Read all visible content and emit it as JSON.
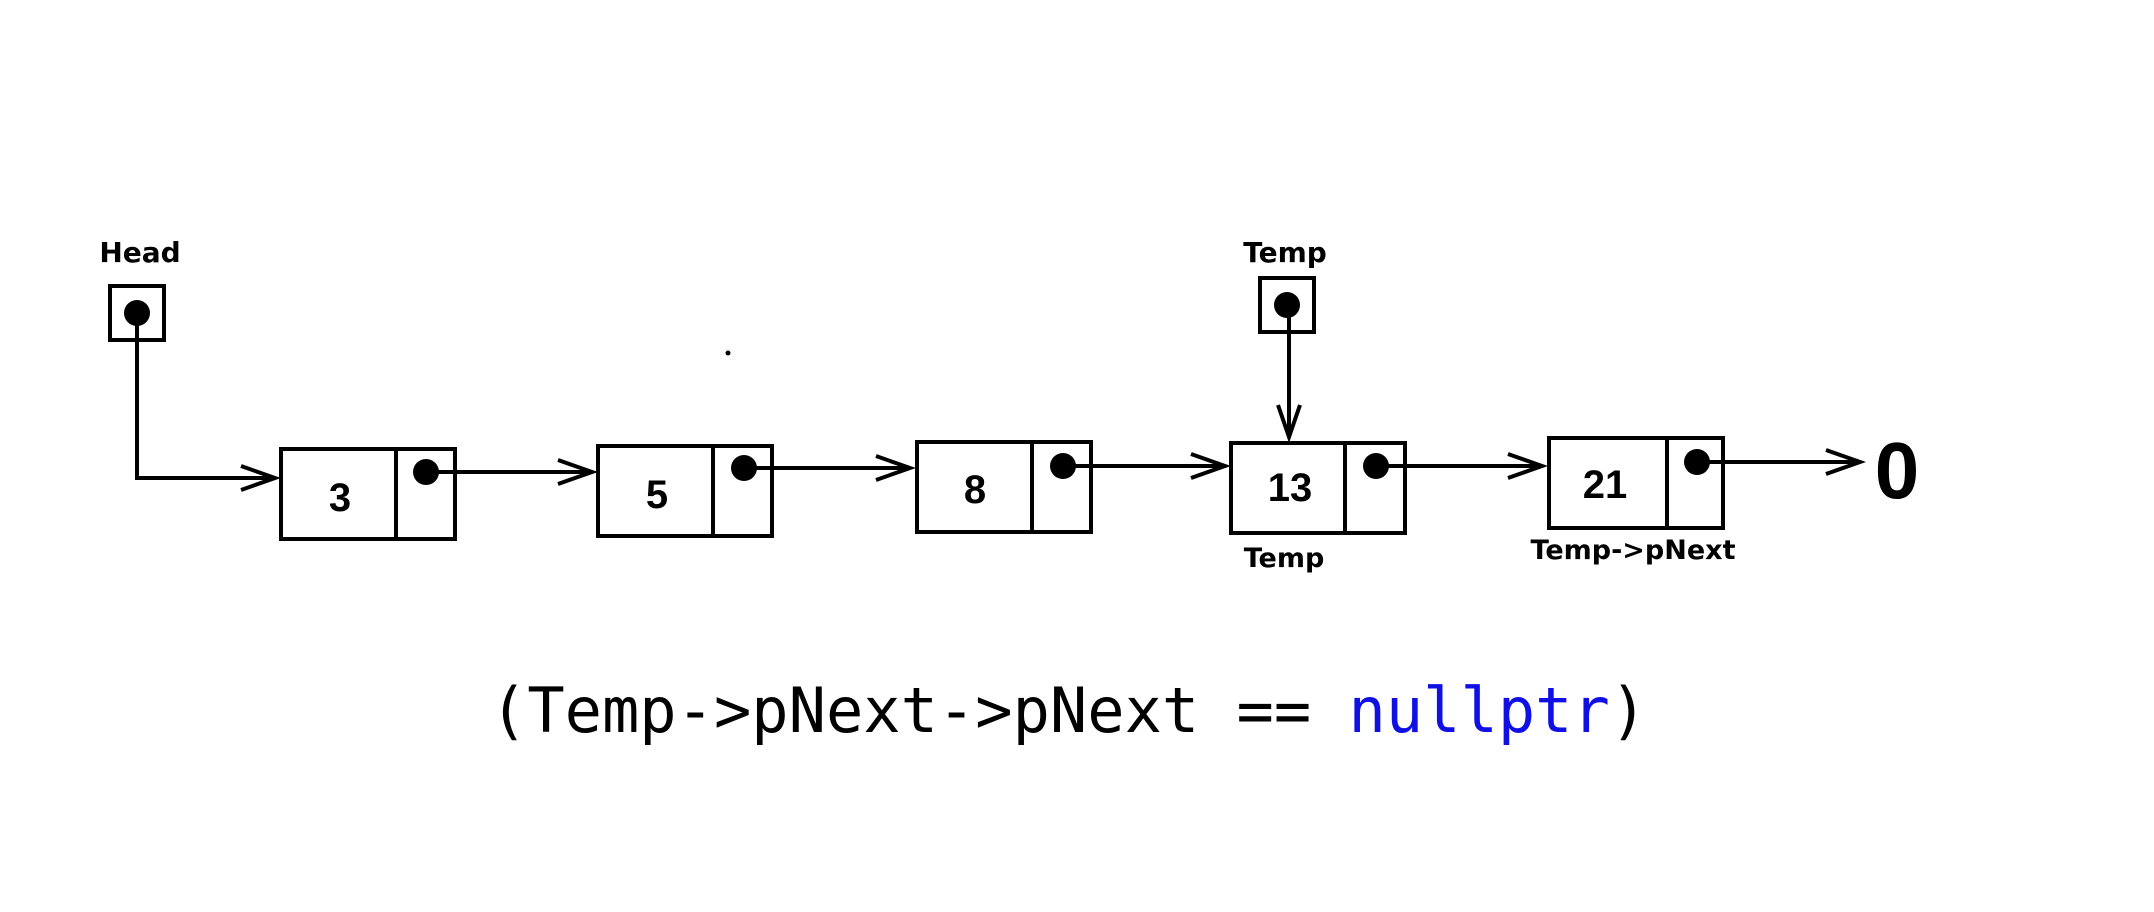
{
  "labels": {
    "head": "Head",
    "temp_top": "Temp",
    "temp_under": "Temp",
    "temp_next": "Temp->pNext"
  },
  "nodes": [
    "3",
    "5",
    "8",
    "13",
    "21"
  ],
  "terminal": "0",
  "expression": {
    "open": "(",
    "left": "Temp->pNext->pNext == ",
    "keyword": "nullptr",
    "close": ")"
  },
  "colors": {
    "ink": "#000000",
    "keyword": "#1010e6"
  }
}
